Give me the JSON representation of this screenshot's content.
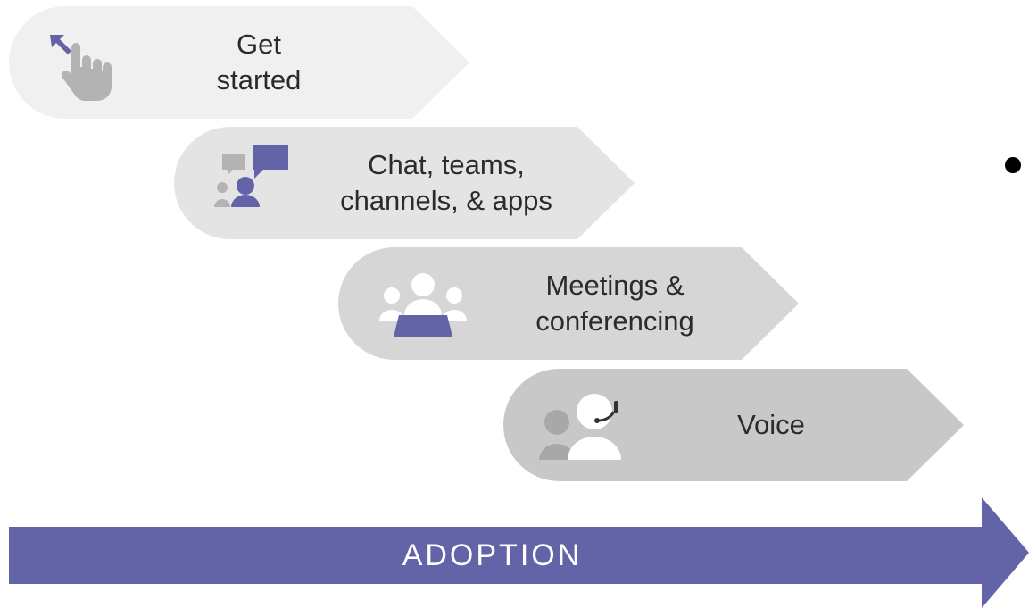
{
  "colors": {
    "accent": "#6264a7",
    "step_fills": [
      "#f0f0f0",
      "#e4e4e4",
      "#d6d6d6",
      "#c8c8c8"
    ],
    "icon_gray": "#a0a0a0",
    "icon_white": "#ffffff"
  },
  "steps": [
    {
      "label": "Get\nstarted",
      "icon": "hand-pointer-icon"
    },
    {
      "label": "Chat, teams,\nchannels, & apps",
      "icon": "chat-people-icon"
    },
    {
      "label": "Meetings &\nconferencing",
      "icon": "meeting-people-icon"
    },
    {
      "label": "Voice",
      "icon": "headset-person-icon"
    }
  ],
  "adoption": {
    "label": "ADOPTION"
  }
}
